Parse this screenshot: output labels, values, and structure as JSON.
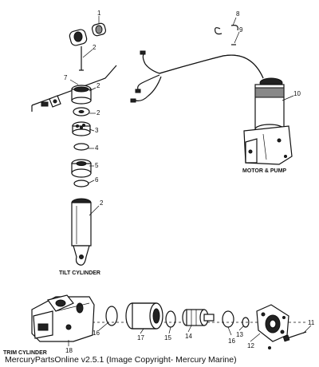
{
  "callouts": {
    "c1": "1",
    "c2a": "2",
    "c2b": "2",
    "c2c": "2",
    "c3": "3",
    "c4": "4",
    "c5": "5",
    "c6": "6",
    "c7": "7",
    "c8": "8",
    "c9": "9",
    "c10": "10",
    "c11": "11",
    "c12": "12",
    "c13": "13",
    "c14": "14",
    "c15": "15",
    "c16a": "16",
    "c16b": "16",
    "c17": "17",
    "c18": "18"
  },
  "sections": {
    "motor_pump": "MOTOR & PUMP",
    "tilt_cylinder": "TILT CYLINDER",
    "trim_cylinder": "TRIM CYLINDER"
  },
  "caption": "MercuryPartsOnline v2.5.1 (Image Copyright- Mercury Marine)"
}
